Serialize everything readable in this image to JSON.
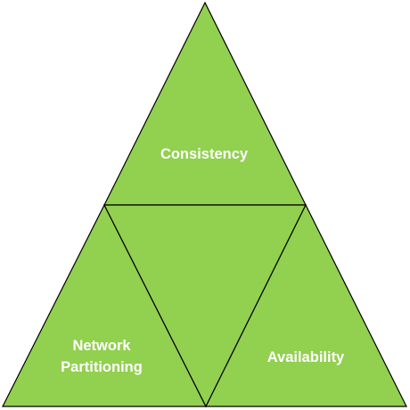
{
  "diagram": {
    "fill_color": "#92D050",
    "stroke_color": "#000000",
    "label_color": "#FFFFFF",
    "labels": {
      "top": "Consistency",
      "bottom_left_line1": "Network",
      "bottom_left_line2": "Partitioning",
      "bottom_right": "Availability"
    }
  }
}
